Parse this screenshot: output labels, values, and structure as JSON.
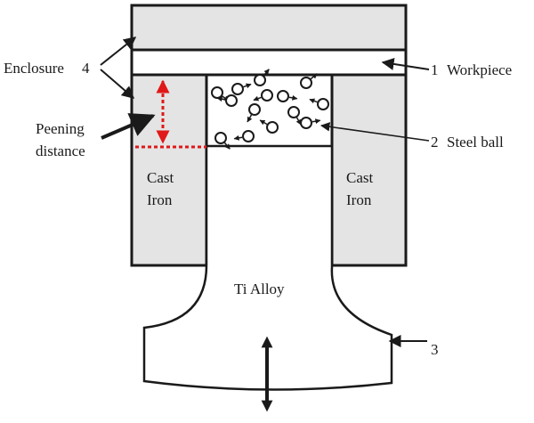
{
  "labels": {
    "enclosure": "Enclosure",
    "enclosure_num": "4",
    "workpiece_num": "1",
    "workpiece": "Workpiece",
    "steel_ball_num": "2",
    "steel_ball": "Steel ball",
    "peening_line1": "Peening",
    "peening_line2": "distance",
    "cast_iron_left_1": "Cast",
    "cast_iron_left_2": "Iron",
    "cast_iron_right_1": "Cast",
    "cast_iron_right_2": "Iron",
    "ti_alloy": "Ti Alloy",
    "horn_num": "3"
  },
  "colors": {
    "fill_gray": "#e4e4e4",
    "stroke": "#1a1a1a",
    "red": "#e01818",
    "white": "#ffffff"
  },
  "balls": [
    {
      "rot": 35
    },
    {
      "rot": -20
    },
    {
      "rot": 160
    },
    {
      "rot": 10
    },
    {
      "rot": -40
    },
    {
      "rot": 200
    },
    {
      "rot": 120
    },
    {
      "rot": -10
    },
    {
      "rot": 210
    },
    {
      "rot": 170
    },
    {
      "rot": 50
    },
    {
      "rot": 190
    },
    {
      "rot": 60
    },
    {
      "rot": -50
    }
  ]
}
